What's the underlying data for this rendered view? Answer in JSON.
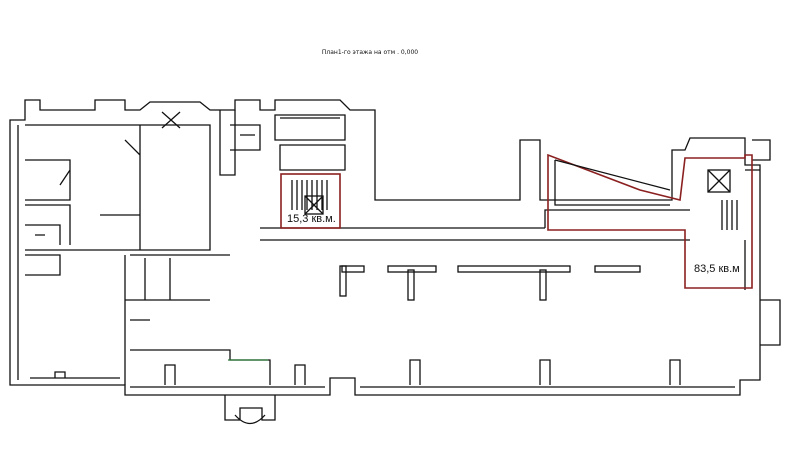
{
  "plan": {
    "title": "План1-го этажа на отм . 0,000",
    "areas": [
      {
        "id": "stair-area",
        "label": "15,3 кв.м."
      },
      {
        "id": "corner-area",
        "label": "83,5 кв.м"
      }
    ]
  },
  "colors": {
    "wall": "#111111",
    "highlight": "#8b2020",
    "accent": "#2a7a3a"
  }
}
